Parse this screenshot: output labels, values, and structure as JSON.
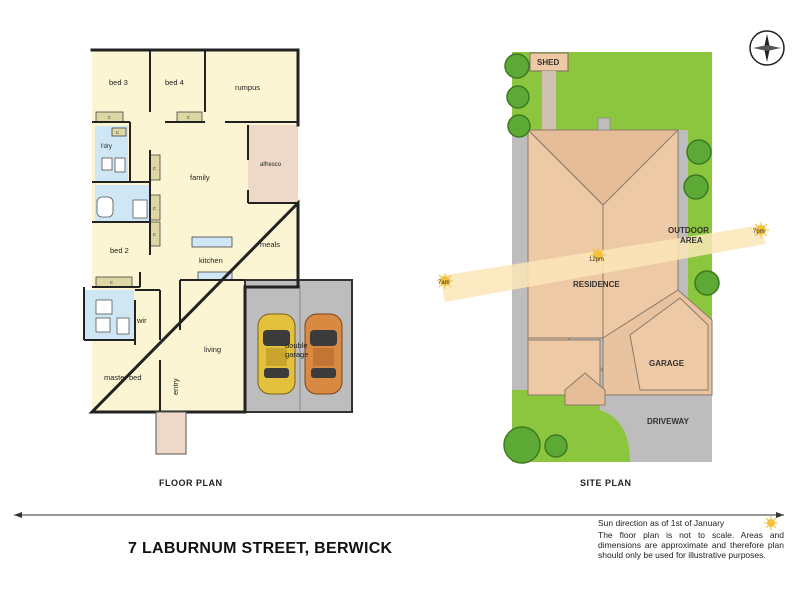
{
  "floor_plan": {
    "caption": "FLOOR PLAN",
    "rooms": {
      "bed3": "bed 3",
      "bed4": "bed 4",
      "rumpus": "rumpus",
      "laundry": "l'dry",
      "family": "family",
      "alfresco": "alfresco",
      "bed2": "bed 2",
      "kitchen": "kitchen",
      "meals": "meals",
      "wir": "wir",
      "double_garage_line1": "double",
      "double_garage_line2": "garage",
      "living": "living",
      "master_bed": "master bed",
      "entry": "entry"
    },
    "cupboard": "c"
  },
  "site_plan": {
    "caption": "SITE PLAN",
    "labels": {
      "shed": "SHED",
      "outdoor_line1": "OUTDOOR",
      "outdoor_line2": "AREA",
      "residence": "RESIDENCE",
      "garage": "GARAGE",
      "driveway": "DRIVEWAY"
    },
    "sun_times": {
      "morning": "7am",
      "noon": "12pm",
      "evening": "7pm"
    }
  },
  "address": "7 LABURNUM STREET, BERWICK",
  "sun_direction": "Sun direction as of 1st of January",
  "disclaimer": "The floor plan is not to scale. Areas and dimensions are approximate and therefore plan should only be used for illustrative purposes.",
  "colors": {
    "room_fill": "#fbf5d3",
    "wall": "#222222",
    "wet_area": "#cfe6f5",
    "garage_floor": "#bdbdbd",
    "alfresco": "#eed9c8",
    "lawn": "#8cc63f",
    "roof": "#eec9a5",
    "sun_path": "#fbe6b8"
  }
}
